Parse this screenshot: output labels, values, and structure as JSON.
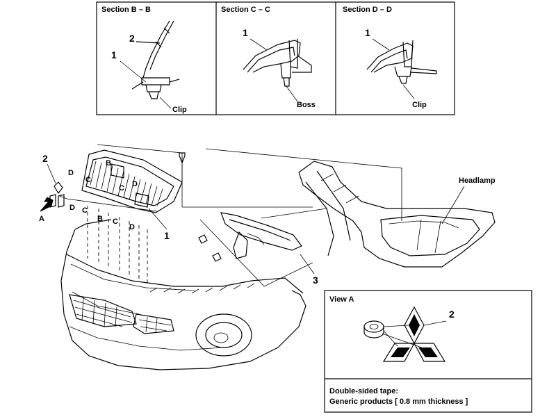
{
  "sections": [
    {
      "title": "Section B – B",
      "label_part": "1",
      "label_part2": "2",
      "callout": "Clip"
    },
    {
      "title": "Section C – C",
      "label_part": "1",
      "callout": "Boss"
    },
    {
      "title": "Section D – D",
      "label_part": "1",
      "callout": "Clip"
    }
  ],
  "main": {
    "part_labels": {
      "grille": "1",
      "emblem": "2",
      "bracket": "3"
    },
    "headlamp_label": "Headlamp",
    "view_arrow_label": "A",
    "section_marks": {
      "b": "B",
      "c": "C",
      "d": "D"
    }
  },
  "view_a": {
    "title": "View A",
    "part_label": "2",
    "note_line1": "Double-sided tape:",
    "note_line2": "Generic products [ 0.8 mm thickness ]"
  }
}
